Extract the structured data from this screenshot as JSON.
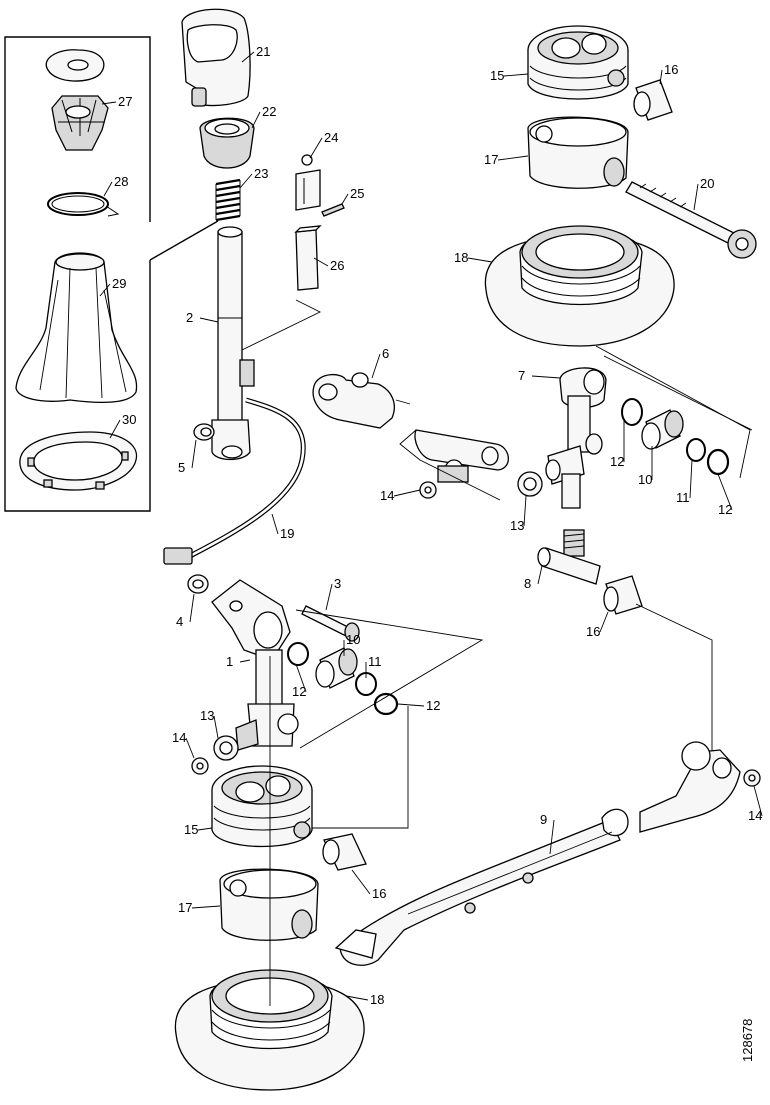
{
  "figure": {
    "drawing_number": "128678",
    "callouts": [
      {
        "id": "c21",
        "label": "21"
      },
      {
        "id": "c22",
        "label": "22"
      },
      {
        "id": "c23",
        "label": "23"
      },
      {
        "id": "c24",
        "label": "24"
      },
      {
        "id": "c25",
        "label": "25"
      },
      {
        "id": "c26",
        "label": "26"
      },
      {
        "id": "c2",
        "label": "2"
      },
      {
        "id": "c27",
        "label": "27"
      },
      {
        "id": "c28",
        "label": "28"
      },
      {
        "id": "c29",
        "label": "29"
      },
      {
        "id": "c30",
        "label": "30"
      },
      {
        "id": "c5",
        "label": "5"
      },
      {
        "id": "c19",
        "label": "19"
      },
      {
        "id": "c4",
        "label": "4"
      },
      {
        "id": "c3",
        "label": "3"
      },
      {
        "id": "c1",
        "label": "1"
      },
      {
        "id": "c10a",
        "label": "10"
      },
      {
        "id": "c11a",
        "label": "11"
      },
      {
        "id": "c12a",
        "label": "12"
      },
      {
        "id": "c12b",
        "label": "12"
      },
      {
        "id": "c13a",
        "label": "13"
      },
      {
        "id": "c14a",
        "label": "14"
      },
      {
        "id": "c15a",
        "label": "15"
      },
      {
        "id": "c16a",
        "label": "16"
      },
      {
        "id": "c17a",
        "label": "17"
      },
      {
        "id": "c18a",
        "label": "18"
      },
      {
        "id": "c15b",
        "label": "15"
      },
      {
        "id": "c16b",
        "label": "16"
      },
      {
        "id": "c17b",
        "label": "17"
      },
      {
        "id": "c20",
        "label": "20"
      },
      {
        "id": "c18b",
        "label": "18"
      },
      {
        "id": "c6",
        "label": "6"
      },
      {
        "id": "c7",
        "label": "7"
      },
      {
        "id": "c12c",
        "label": "12"
      },
      {
        "id": "c10b",
        "label": "10"
      },
      {
        "id": "c11b",
        "label": "11"
      },
      {
        "id": "c12d",
        "label": "12"
      },
      {
        "id": "c14b",
        "label": "14"
      },
      {
        "id": "c13b",
        "label": "13"
      },
      {
        "id": "c8",
        "label": "8"
      },
      {
        "id": "c16c",
        "label": "16"
      },
      {
        "id": "c9",
        "label": "9"
      },
      {
        "id": "c14c",
        "label": "14"
      }
    ]
  }
}
